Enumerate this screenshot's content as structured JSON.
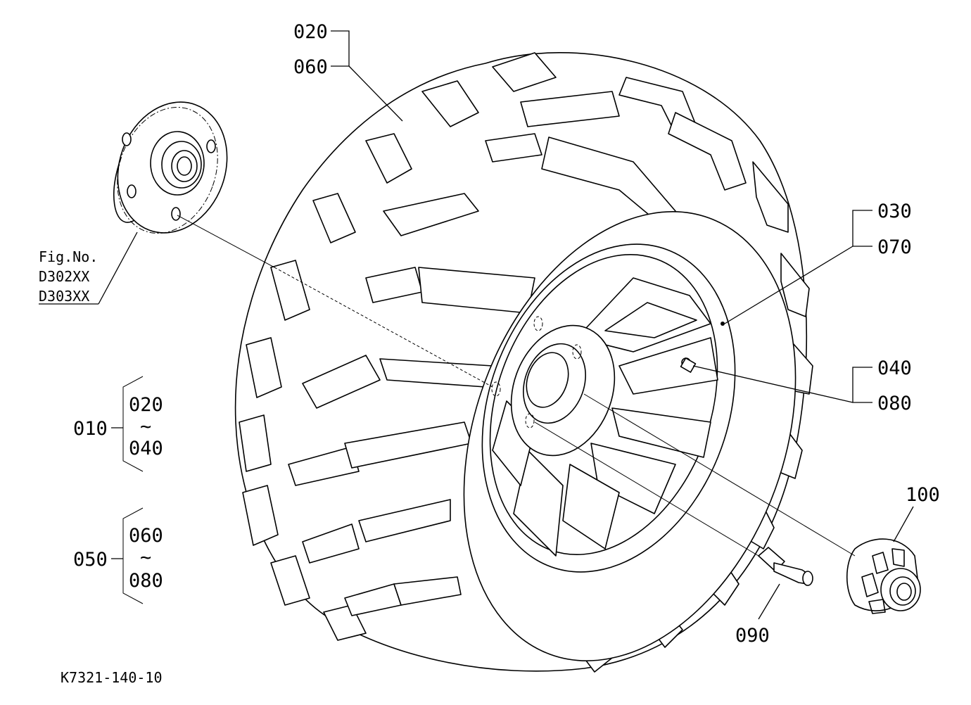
{
  "labels": {
    "l020a": "020",
    "l060a": "060",
    "l030": "030",
    "l070": "070",
    "l040a": "040",
    "l080a": "080",
    "fig_no": "Fig.No.",
    "fig_d302": "D302XX",
    "fig_d303": "D303XX",
    "l010": "010",
    "l020b": "020",
    "tilde1": "~",
    "l040b": "040",
    "l050": "050",
    "l060b": "060",
    "tilde2": "~",
    "l080b": "080",
    "l100": "100",
    "l090": "090",
    "ref": "K7321-140-10"
  }
}
